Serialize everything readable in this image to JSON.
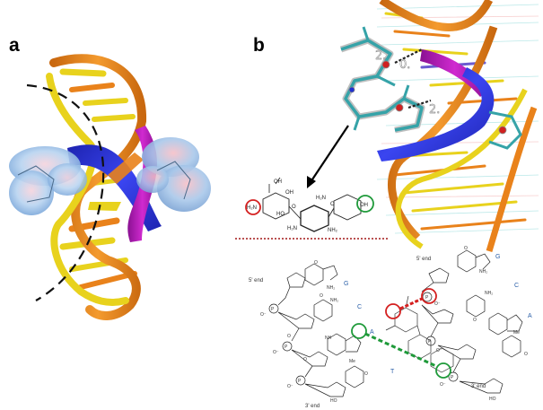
{
  "panels": {
    "a": {
      "label": "a"
    },
    "b": {
      "label": "b",
      "distance_labels": [
        "2.",
        "0.",
        "2."
      ],
      "ligand_structure": {
        "groups": [
          "OH",
          "OH",
          "H₂N",
          "HO",
          "O",
          "H₂N",
          "O",
          "H₂N",
          "NH₂",
          "OH"
        ]
      },
      "nucleotide_schematics": {
        "left": {
          "end_top": "5' end",
          "end_bottom": "3' end",
          "base_labels": [
            "G",
            "C",
            "A",
            "T"
          ],
          "atom_labels": [
            "NH₂",
            "O",
            "P",
            "O⁻",
            "O",
            "NH₂",
            "NH",
            "O",
            "P",
            "O⁻",
            "O",
            "P",
            "O⁻",
            "Me",
            "O",
            "HO"
          ]
        },
        "right": {
          "end_top": "5' end",
          "end_bottom": "3' end",
          "base_labels": [
            "G",
            "C",
            "A"
          ],
          "atom_labels": [
            "NH₂",
            "O",
            "P",
            "O⁻",
            "NH₂",
            "O",
            "P",
            "O⁻",
            "Me",
            "O",
            "P",
            "O⁻",
            "HO"
          ]
        }
      },
      "highlight_colors": {
        "red": "#d42020",
        "green": "#1f9a3a"
      }
    }
  },
  "colors": {
    "helix_orange": "#e9821b",
    "helix_yellow": "#e8d21d",
    "helix_blue": "#2a2fd0",
    "helix_magenta": "#b81fb8",
    "ligand_surface": "#9fc4ea"
  }
}
